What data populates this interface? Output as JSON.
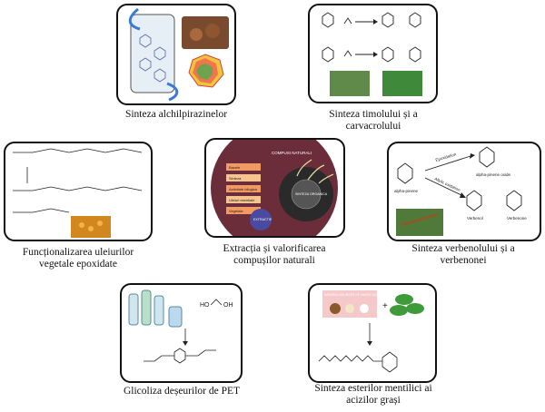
{
  "panels": [
    {
      "id": "alkylpyrazine",
      "caption": [
        "Sinteza alchilpirazinelor"
      ]
    },
    {
      "id": "thymol",
      "caption": [
        "Sinteza timolului și a",
        "carvacrolului"
      ]
    },
    {
      "id": "epoxide",
      "caption": [
        "Funcționalizarea uleiurilor",
        "vegetale epoxidate"
      ]
    },
    {
      "id": "natural",
      "caption": [
        "Extracția și valorificarea",
        "compușilor naturali"
      ],
      "labels": {
        "title": "COMPUSI NATURALI",
        "box1": "Bazele",
        "box2": "Sinteza",
        "box3": "Activitate bilogica",
        "box4": "Uleiuri esentiale",
        "box5": "Vegetale",
        "circle1": "EXTRACTIE",
        "circle2": "SINTEZA ORGANICA"
      }
    },
    {
      "id": "verbenol",
      "caption": [
        "Sinteza verbenolului și a",
        "verbenonei"
      ],
      "labels": {
        "arrow1": "Epoxidation",
        "arrow2": "Allylic oxidation",
        "alpha_pinene": "alpha-pinene",
        "alpha_pinene_oxide": "alpha-pinene oxide",
        "verbenol": "Verbenol",
        "verbenone": "Verbenone"
      }
    },
    {
      "id": "pet",
      "caption": [
        "Glicoliza deșeurilor de PET"
      ],
      "labels": {
        "ho": "HO",
        "oh": "OH"
      }
    },
    {
      "id": "menthyl",
      "caption": [
        "Sinteza esterilor mentilici ai",
        "acizilor grași"
      ],
      "labels": {
        "plus": "+",
        "banner": "NATURAL SOURCES OF LAURIC ACID"
      }
    }
  ],
  "colors": {
    "border": "#111111",
    "text": "#111111"
  }
}
